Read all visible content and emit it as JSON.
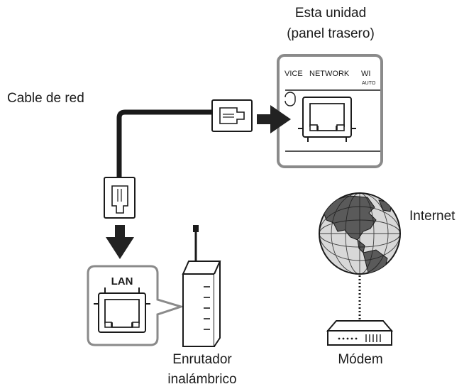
{
  "unit": {
    "title_line1": "Esta unidad",
    "title_line2": "(panel trasero)",
    "panel_label_left": "VICE",
    "panel_label_network": "NETWORK",
    "panel_label_right": "WI",
    "panel_label_auto": "AUTO"
  },
  "cable": {
    "label": "Cable de red"
  },
  "router": {
    "port_label": "LAN",
    "name_line1": "Enrutador",
    "name_line2": "inalámbrico"
  },
  "internet": {
    "label": "Internet"
  },
  "modem": {
    "label": "Módem"
  },
  "colors": {
    "panel_border": "#8a8a8a",
    "arrow": "#222222",
    "cable": "#1a1a1a",
    "globe_ocean": "#d8d8d8",
    "globe_land": "#5a5a5a"
  }
}
